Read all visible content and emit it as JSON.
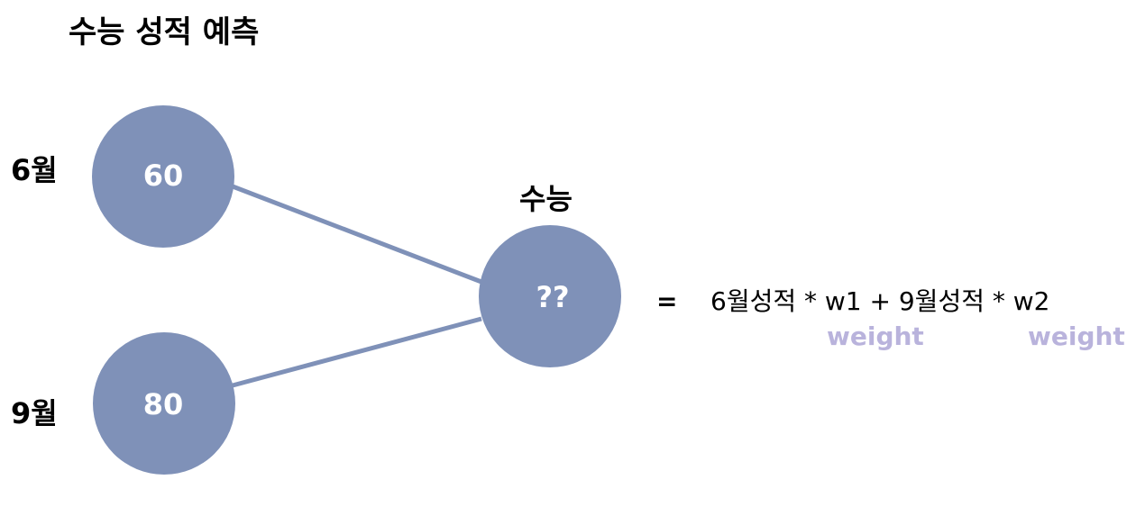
{
  "title": "수능 성적 예측",
  "inputs": [
    {
      "label": "6월",
      "value": "60"
    },
    {
      "label": "9월",
      "value": "80"
    }
  ],
  "output": {
    "label": "수능",
    "value": "??"
  },
  "formula": {
    "equals": "=",
    "expression": "6월성적 * w1 + 9월성적 * w2"
  },
  "weight_labels": [
    "weight",
    "weight"
  ],
  "colors": {
    "node_fill": "#7f91b8",
    "edge": "#7f91b8",
    "weight_text": "#b9b3dc"
  }
}
